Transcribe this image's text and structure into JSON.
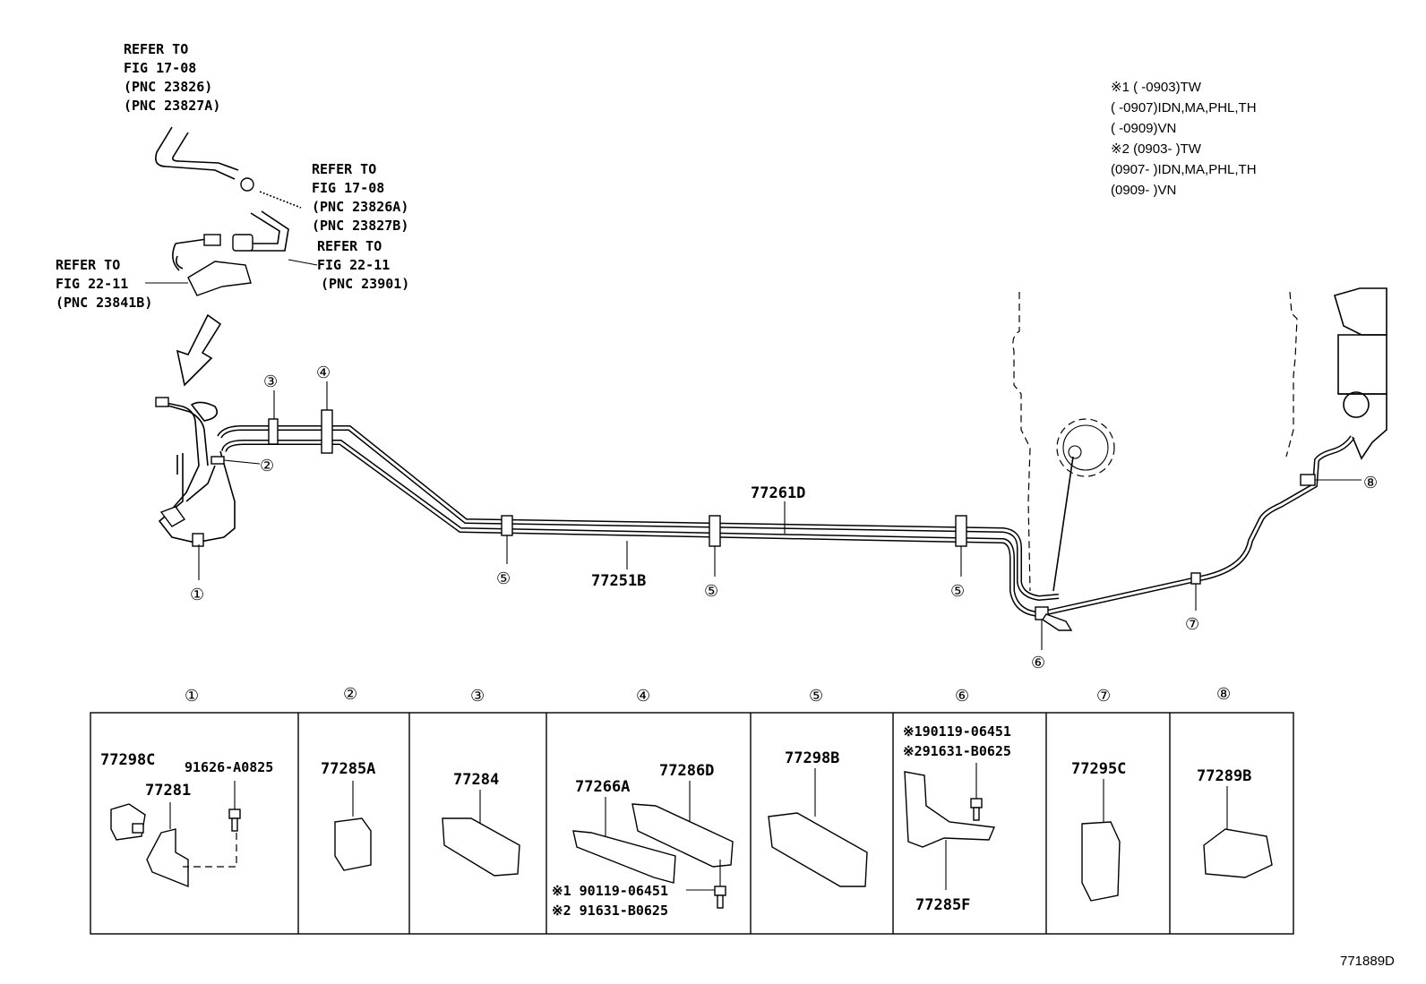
{
  "refs": {
    "ref1": [
      "REFER TO",
      "FIG 17-08",
      "(PNC 23826)",
      "(PNC 23827A)"
    ],
    "ref2": [
      "REFER TO",
      "FIG 17-08",
      "(PNC 23826A)",
      "(PNC 23827B)"
    ],
    "ref3": [
      "REFER TO",
      "FIG 22-11",
      "(PNC 23901)"
    ],
    "ref4": [
      "REFER TO",
      "FIG 22-11",
      "(PNC 23841B)"
    ]
  },
  "notes": [
    "※1 (     -0903)TW",
    "      (     -0907)IDN,MA,PHL,TH",
    "      (     -0909)VN",
    "※2 (0903-     )TW",
    "      (0907-     )IDN,MA,PHL,TH",
    "      (0909-     )VN"
  ],
  "main_parts": {
    "tube_upper": "77261D",
    "tube_lower": "77251B"
  },
  "callouts": [
    "①",
    "②",
    "③",
    "④",
    "⑤",
    "⑥",
    "⑦",
    "⑧"
  ],
  "table": {
    "headers": [
      "①",
      "②",
      "③",
      "④",
      "⑤",
      "⑥",
      "⑦",
      "⑧"
    ],
    "cells": [
      {
        "parts": [
          "77298C",
          "77281",
          "91626-A0825"
        ]
      },
      {
        "parts": [
          "77285A"
        ]
      },
      {
        "parts": [
          "77284"
        ]
      },
      {
        "parts": [
          "77266A",
          "77286D",
          "※1 90119-06451",
          "※2 91631-B0625"
        ]
      },
      {
        "parts": [
          "77298B"
        ]
      },
      {
        "parts": [
          "※190119-06451",
          "※291631-B0625",
          "77285F"
        ]
      },
      {
        "parts": [
          "77295C"
        ]
      },
      {
        "parts": [
          "77289B"
        ]
      }
    ]
  },
  "figure_id": "771889D"
}
